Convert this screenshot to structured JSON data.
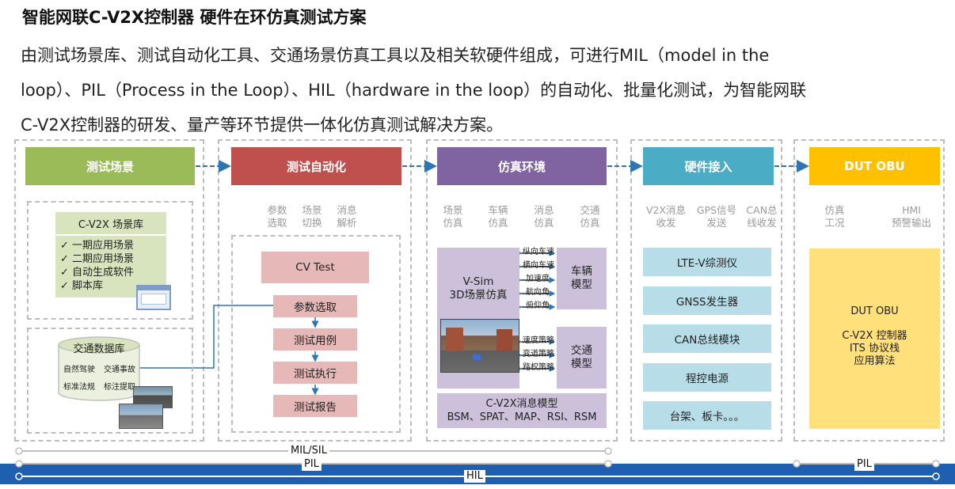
{
  "title": "智能网联C-V2X控制器 硬件在环仿真测试方案",
  "description": [
    "由测试场景库、测试自动化工具、交通场景仿真工具以及相关软硬件组成，可进行MIL（model in the",
    "loop）、PIL（Process in the Loop）、HIL（hardware in the loop）的自动化、批量化测试，为智能网联",
    "C-V2X控制器的研发、量产等环节提供一体化仿真测试解决方案。"
  ],
  "colors": {
    "green": "#9bbb59",
    "red": "#c0504d",
    "purple": "#8064a2",
    "cyan": "#4bacc6",
    "yellow": "#ffc000",
    "arrow": "#2e75b6",
    "bar": "#1f5fb0"
  },
  "col1": {
    "header": "测试场景",
    "scene_lib": {
      "title": "C-V2X 场景库",
      "items": [
        "一期应用场景",
        "二期应用场景",
        "自动生成软件",
        "脚本库"
      ]
    },
    "traffic_db": {
      "title": "交通数据库",
      "tags": [
        "自然驾驶",
        "交通事故",
        "标准法规",
        "标注提取"
      ]
    }
  },
  "col2": {
    "header": "测试自动化",
    "labels": [
      [
        "参数",
        "选取"
      ],
      [
        "场景",
        "切换"
      ],
      [
        "消息",
        "解析"
      ]
    ],
    "cv_test": "CV Test",
    "steps": [
      "参数选取",
      "测试用例",
      "测试执行",
      "测试报告"
    ]
  },
  "col3": {
    "header": "仿真环境",
    "labels": [
      [
        "场景",
        "仿真"
      ],
      [
        "车辆",
        "仿真"
      ],
      [
        "消息",
        "仿真"
      ],
      [
        "交通",
        "仿真"
      ]
    ],
    "vsim": [
      "V-Sim",
      "3D场景仿真"
    ],
    "vehicle_signals": [
      "纵向车速",
      "横向车速",
      "加速度",
      "航向角",
      "俯仰角"
    ],
    "vehicle_model": [
      "车辆",
      "模型"
    ],
    "traffic_signals": [
      "速度策略",
      "变道策略",
      "路权策略"
    ],
    "traffic_model": [
      "交通",
      "模型"
    ],
    "message_model": [
      "C-V2X消息模型",
      "BSM、SPAT、MAP、RSI、RSM"
    ]
  },
  "col4": {
    "header": "硬件接入",
    "labels": [
      [
        "V2X消息",
        "收发"
      ],
      [
        "GPS信号",
        "发送"
      ],
      [
        "CAN总",
        "线收发"
      ]
    ],
    "devices": [
      "LTE-V综测仪",
      "GNSS发生器",
      "CAN总线模块",
      "程控电源",
      "台架、板卡。。。"
    ]
  },
  "col5": {
    "header": "DUT OBU",
    "labels": [
      [
        "仿真",
        "工况"
      ],
      [
        "HMI",
        "预警输出"
      ]
    ],
    "dut": [
      "DUT OBU",
      "C-V2X 控制器",
      "ITS 协议栈",
      "应用算法"
    ]
  },
  "bars": {
    "mil_sil": "MIL/SIL",
    "pil_left": "PIL",
    "pil_right": "PIL",
    "hil": "HIL"
  }
}
